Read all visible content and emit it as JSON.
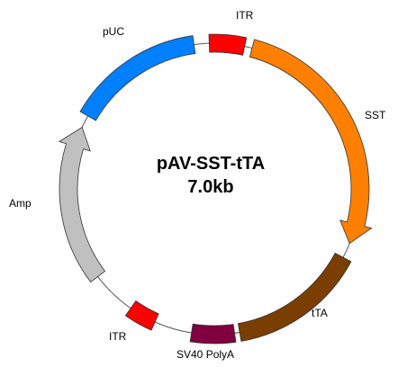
{
  "plasmid": {
    "name": "pAV-SST-tTA",
    "size": "7.0kb",
    "backbone_color": "#000000",
    "features": [
      {
        "id": "itr-top",
        "label": "ITR",
        "color": "#ff0000",
        "type": "block"
      },
      {
        "id": "sst",
        "label": "SST",
        "color": "#ff8000",
        "type": "arrow"
      },
      {
        "id": "tta",
        "label": "tTA",
        "color": "#7a3e00",
        "type": "block"
      },
      {
        "id": "sv40-polya",
        "label": "SV40 PolyA",
        "color": "#800040",
        "type": "block"
      },
      {
        "id": "itr-bottom",
        "label": "ITR",
        "color": "#ff0000",
        "type": "block"
      },
      {
        "id": "amp",
        "label": "Amp",
        "color": "#c0c0c0",
        "type": "arrow"
      },
      {
        "id": "puc",
        "label": "pUC",
        "color": "#0080ff",
        "type": "block"
      }
    ]
  }
}
